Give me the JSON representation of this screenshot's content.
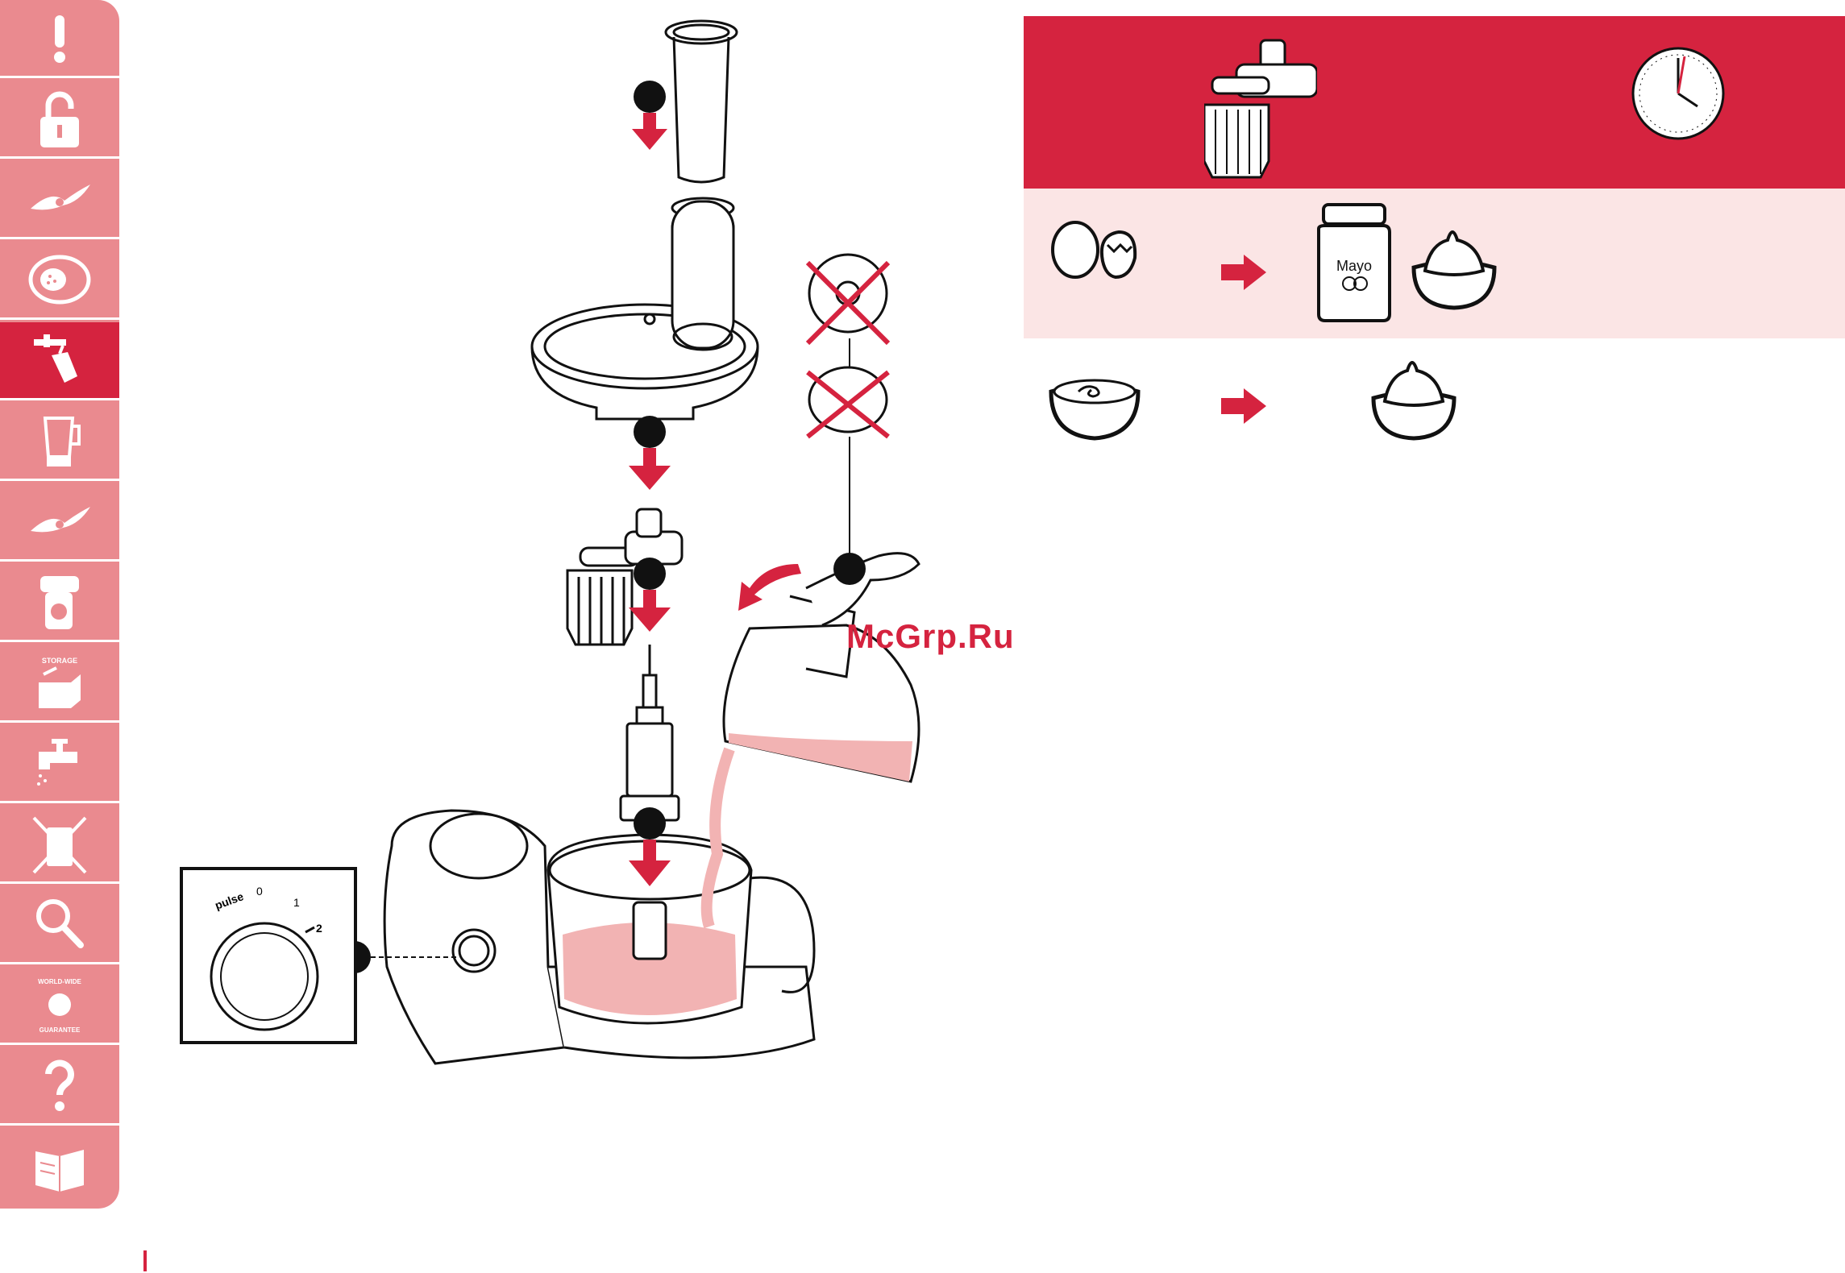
{
  "sidebar": {
    "items": [
      {
        "icon": "exclamation-icon"
      },
      {
        "icon": "unlock-icon"
      },
      {
        "icon": "blade-icon"
      },
      {
        "icon": "disc-icon"
      },
      {
        "icon": "whisk-icon",
        "active": true
      },
      {
        "icon": "blender-jug-icon"
      },
      {
        "icon": "blade-icon"
      },
      {
        "icon": "mincer-icon"
      },
      {
        "icon": "storage-icon",
        "label": "STORAGE"
      },
      {
        "icon": "tap-icon"
      },
      {
        "icon": "no-bin-icon"
      },
      {
        "icon": "magnifier-icon"
      },
      {
        "icon": "globe-icon",
        "label_top": "WORLD-WIDE",
        "label_bottom": "GUARANTEE"
      },
      {
        "icon": "question-icon"
      },
      {
        "icon": "recipe-book-icon"
      }
    ]
  },
  "control_dial": {
    "labels": [
      "pulse",
      "0",
      "1",
      "2"
    ]
  },
  "watermark": "McGrp.Ru",
  "table": {
    "rows": [
      {
        "inputs": [
          "eggs-icon"
        ],
        "outputs": [
          "mayo-jar-icon",
          "whipped-bowl-icon"
        ],
        "jar_label": "Mayo"
      },
      {
        "inputs": [
          "cream-bowl-icon"
        ],
        "outputs": [
          "whipped-bowl-icon"
        ]
      }
    ]
  },
  "colors": {
    "accent": "#d5233f",
    "sidebar": "#ea8a8f",
    "row_tint": "#fbe5e5",
    "liquid": "#f2b3b3"
  }
}
